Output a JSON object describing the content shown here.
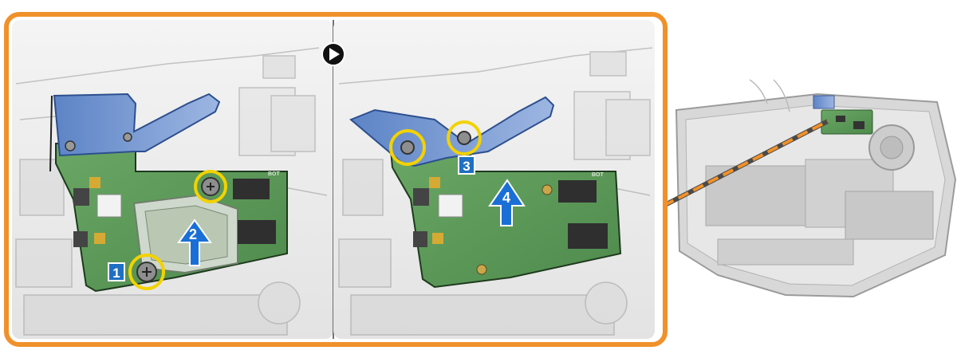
{
  "steps": [
    {
      "number": "1",
      "kind": "screw-badge"
    },
    {
      "number": "2",
      "kind": "arrow"
    },
    {
      "number": "3",
      "kind": "screw-badge"
    },
    {
      "number": "4",
      "kind": "arrow"
    }
  ],
  "board": {
    "label_bot": "BOT"
  },
  "colors": {
    "frame": "#f0912a",
    "highlight": "#f2d200",
    "badge": "#1f6fc2",
    "arrow": "#1a6fd6",
    "board": "#5f9a5a",
    "tape": "#7d9fd6"
  }
}
